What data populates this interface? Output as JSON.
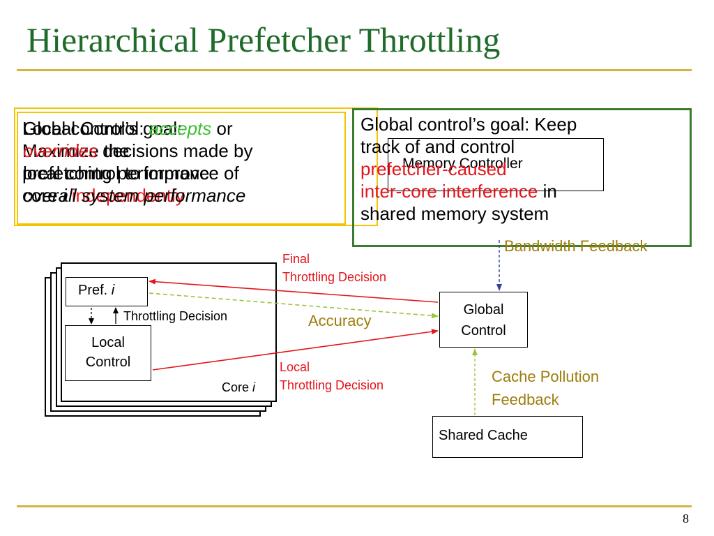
{
  "slide": {
    "title": "Hierarchical Prefetcher Throttling",
    "page_number": "8"
  },
  "callouts": {
    "local_goal": {
      "line1": "Local control’s goal:",
      "line2": "Maximize the",
      "line3": "prefetching performance of",
      "line4_pre": "core ",
      "line4_i": "i",
      "line4_post": " independently"
    },
    "global_accepts": {
      "p1": "Global Control: ",
      "accepts": "accepts",
      "p2": " or",
      "overrides": "overrides",
      "p3": " decisions made by",
      "line3": "local control to improve",
      "line4": "overall system performance"
    },
    "global_goal": {
      "line1": "Global control’s goal: Keep",
      "line2": "track of and control",
      "line3": "prefetcher-caused",
      "line4_red": "inter-core interference",
      "line4_black": " in",
      "line5": "shared memory system"
    }
  },
  "diagram": {
    "memory_controller": "Memory Controller",
    "bandwidth_feedback": "Bandwidth Feedback",
    "final_line1": "Final",
    "final_line2": "Throttling Decision",
    "pref_label": "Pref. ",
    "pref_i": "i",
    "throttling_decision": "Throttling Decision",
    "accuracy": "Accuracy",
    "global_control_line1": "Global",
    "global_control_line2": "Control",
    "local_control_line1": "Local",
    "local_control_line2": "Control",
    "core_label": "Core ",
    "core_i": "i",
    "local_td_line1": "Local",
    "local_td_line2": "Throttling Decision",
    "cache_pollution_line1": "Cache Pollution",
    "cache_pollution_line2": "Feedback",
    "shared_cache": "Shared Cache"
  },
  "colors": {
    "title": "#1f6b2a",
    "rule": "#d8b240",
    "callout_border": "#f2c500",
    "global_border": "#3a7d2c",
    "red": "#e3151c",
    "olive": "#9e7c0c",
    "accuracy_arrow": "#9cc43c",
    "bandwidth_arrow": "#3040a0"
  }
}
